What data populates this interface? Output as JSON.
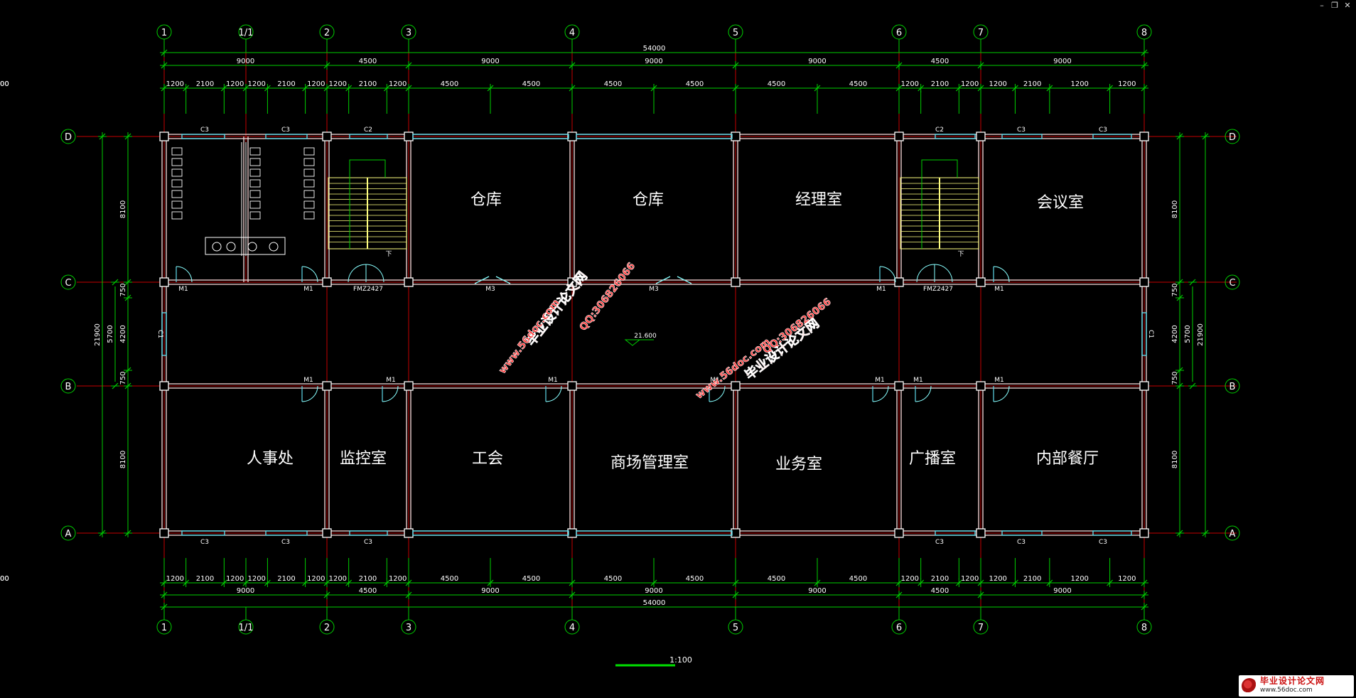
{
  "window": {
    "minimize": "–",
    "restore": "❐",
    "close": "✕"
  },
  "grid": {
    "vertical": [
      "1",
      "1/1",
      "2",
      "3",
      "4",
      "5",
      "6",
      "7",
      "8"
    ],
    "horizontal": [
      "A",
      "B",
      "C",
      "D"
    ]
  },
  "dims": {
    "overall": "54000",
    "level1": [
      "9000",
      "4500",
      "9000",
      "9000",
      "9000",
      "4500",
      "9000"
    ],
    "level2": [
      "1200",
      "2100",
      "1200",
      "1200",
      "2100",
      "1200",
      "1200",
      "2100",
      "1200",
      "4500",
      "4500",
      "4500",
      "4500",
      "4500",
      "4500",
      "1200",
      "2100",
      "1200",
      "1200",
      "2100",
      "1200",
      "1200",
      "2100",
      "1200"
    ],
    "left_side": [
      "8100",
      "750",
      "4200",
      "750",
      "8100"
    ],
    "left_mid": "5700",
    "left_total": "21900",
    "right_side": [
      "8100",
      "750",
      "4200",
      "750",
      "8100"
    ],
    "right_mid": "5700",
    "right_total": "21900"
  },
  "rooms": {
    "r1": "仓库",
    "r2": "仓库",
    "r3": "经理室",
    "r4": "会议室",
    "r5": "人事处",
    "r6": "监控室",
    "r7": "工会",
    "r8": "商场管理室",
    "r9": "业务室",
    "r10": "广播室",
    "r11": "内部餐厅"
  },
  "windows_top": [
    "C3",
    "C3",
    "C2",
    "C2",
    "C3",
    "C3"
  ],
  "windows_bottom": [
    "C3",
    "C3",
    "C3",
    "C3",
    "C3",
    "C3"
  ],
  "doors": {
    "m1": "M1",
    "m3": "M3",
    "fm": "FMZ2427",
    "c1": "C1"
  },
  "elevation": "21.600",
  "stair_marker": "下",
  "scale": "1:100",
  "watermark": {
    "site1": "毕业设计论文网",
    "site2": "www.56doc.com",
    "qq": "QQ:306826066"
  },
  "logo": {
    "title": "毕业设计论文网",
    "url": "www.56doc.com"
  },
  "colors": {
    "wall": "#ffdede",
    "grid": "#ff2a2a",
    "dim": "#00d000",
    "glass": "#5fd8e8",
    "text": "#ffffff",
    "stair": "#ffff80"
  }
}
